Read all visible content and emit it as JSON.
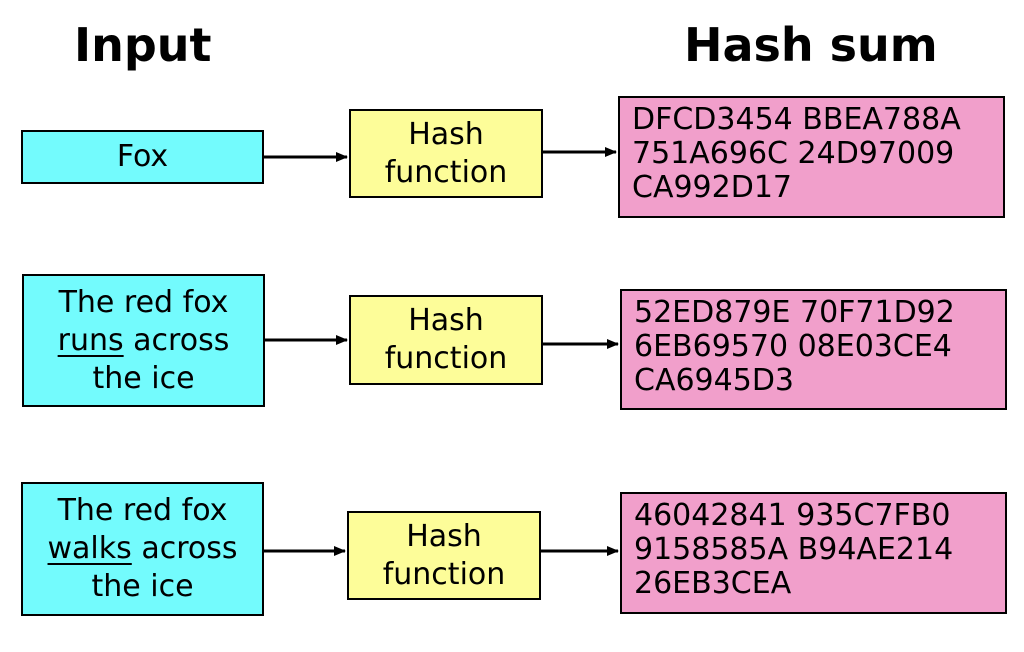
{
  "headings": {
    "input": "Input",
    "hash_sum": "Hash sum"
  },
  "colors": {
    "input_fill": "#73fbfd",
    "function_fill": "#fdfd99",
    "hash_fill": "#f19fcb",
    "stroke": "#000000"
  },
  "rows": [
    {
      "input": {
        "line1": "Fox"
      },
      "function": {
        "line1": "Hash",
        "line2": "function"
      },
      "hash": {
        "line1": "DFCD3454 BBEA788A",
        "line2": "751A696C 24D97009",
        "line3": "CA992D17"
      }
    },
    {
      "input": {
        "line1": "The red fox",
        "underlined_word": "runs",
        "line2_rest": " across",
        "line3": "the ice"
      },
      "function": {
        "line1": "Hash",
        "line2": "function"
      },
      "hash": {
        "line1": "52ED879E 70F71D92",
        "line2": "6EB69570 08E03CE4",
        "line3": "CA6945D3"
      }
    },
    {
      "input": {
        "line1": "The red fox",
        "underlined_word": "walks",
        "line2_rest": " across",
        "line3": "the ice"
      },
      "function": {
        "line1": "Hash",
        "line2": "function"
      },
      "hash": {
        "line1": "46042841 935C7FB0",
        "line2": "9158585A B94AE214",
        "line3": "26EB3CEA"
      }
    }
  ]
}
